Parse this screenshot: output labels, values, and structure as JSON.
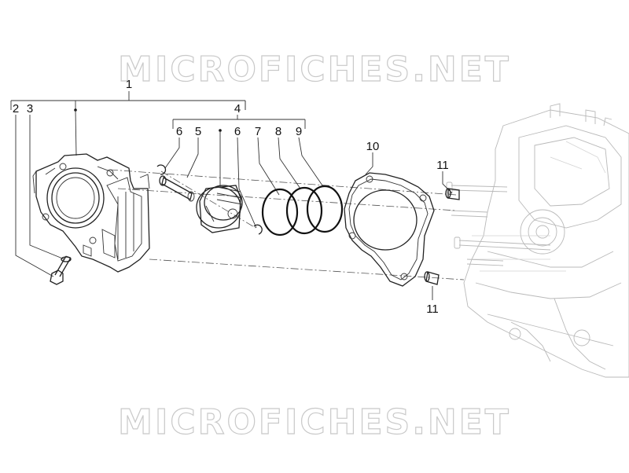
{
  "watermark": {
    "text": "MICROFICHES.NET"
  },
  "callouts": {
    "c1": "1",
    "c2": "2",
    "c3": "3",
    "c4": "4",
    "c5": "5",
    "c6a": "6",
    "c6b": "6",
    "c7": "7",
    "c8": "8",
    "c9": "9",
    "c10": "10",
    "c11a": "11",
    "c11b": "11"
  },
  "parts": [
    {
      "id": "cylinder",
      "icon": "cylinder-icon"
    },
    {
      "id": "stud-bolt",
      "icon": "bolt-icon"
    },
    {
      "id": "washer",
      "icon": "washer-icon"
    },
    {
      "id": "piston-pin",
      "icon": "pin-icon"
    },
    {
      "id": "circlip",
      "icon": "circlip-icon"
    },
    {
      "id": "piston",
      "icon": "piston-icon"
    },
    {
      "id": "piston-rings",
      "icon": "ring-icon"
    },
    {
      "id": "gasket",
      "icon": "gasket-icon"
    },
    {
      "id": "dowel",
      "icon": "dowel-icon"
    },
    {
      "id": "engine-block",
      "icon": "engine-icon"
    }
  ]
}
